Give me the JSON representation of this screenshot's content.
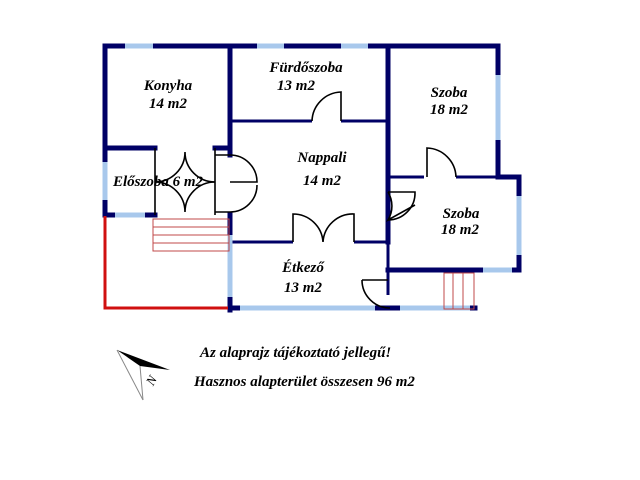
{
  "rooms": [
    {
      "name": "Konyha",
      "area": "14 m2"
    },
    {
      "name": "Fürdőszoba",
      "area": "13 m2"
    },
    {
      "name": "Szoba",
      "area": "18 m2"
    },
    {
      "name": "Előszoba 6 m2"
    },
    {
      "name": "Nappali",
      "area": "14 m2"
    },
    {
      "name": "Szoba",
      "area": "18 m2"
    },
    {
      "name": "Étkező",
      "area": "13 m2"
    }
  ],
  "notes": {
    "disclaimer": "Az alaprajz tájékoztató jellegű!",
    "total_area": "Hasznos alapterület összesen 96 m2"
  },
  "compass": {
    "label": "N",
    "icon": "north-arrow-icon"
  },
  "colors": {
    "wall": "#000066",
    "window": "#a8c8ec",
    "terrace": "#d01010",
    "stairs": "#c04848"
  }
}
